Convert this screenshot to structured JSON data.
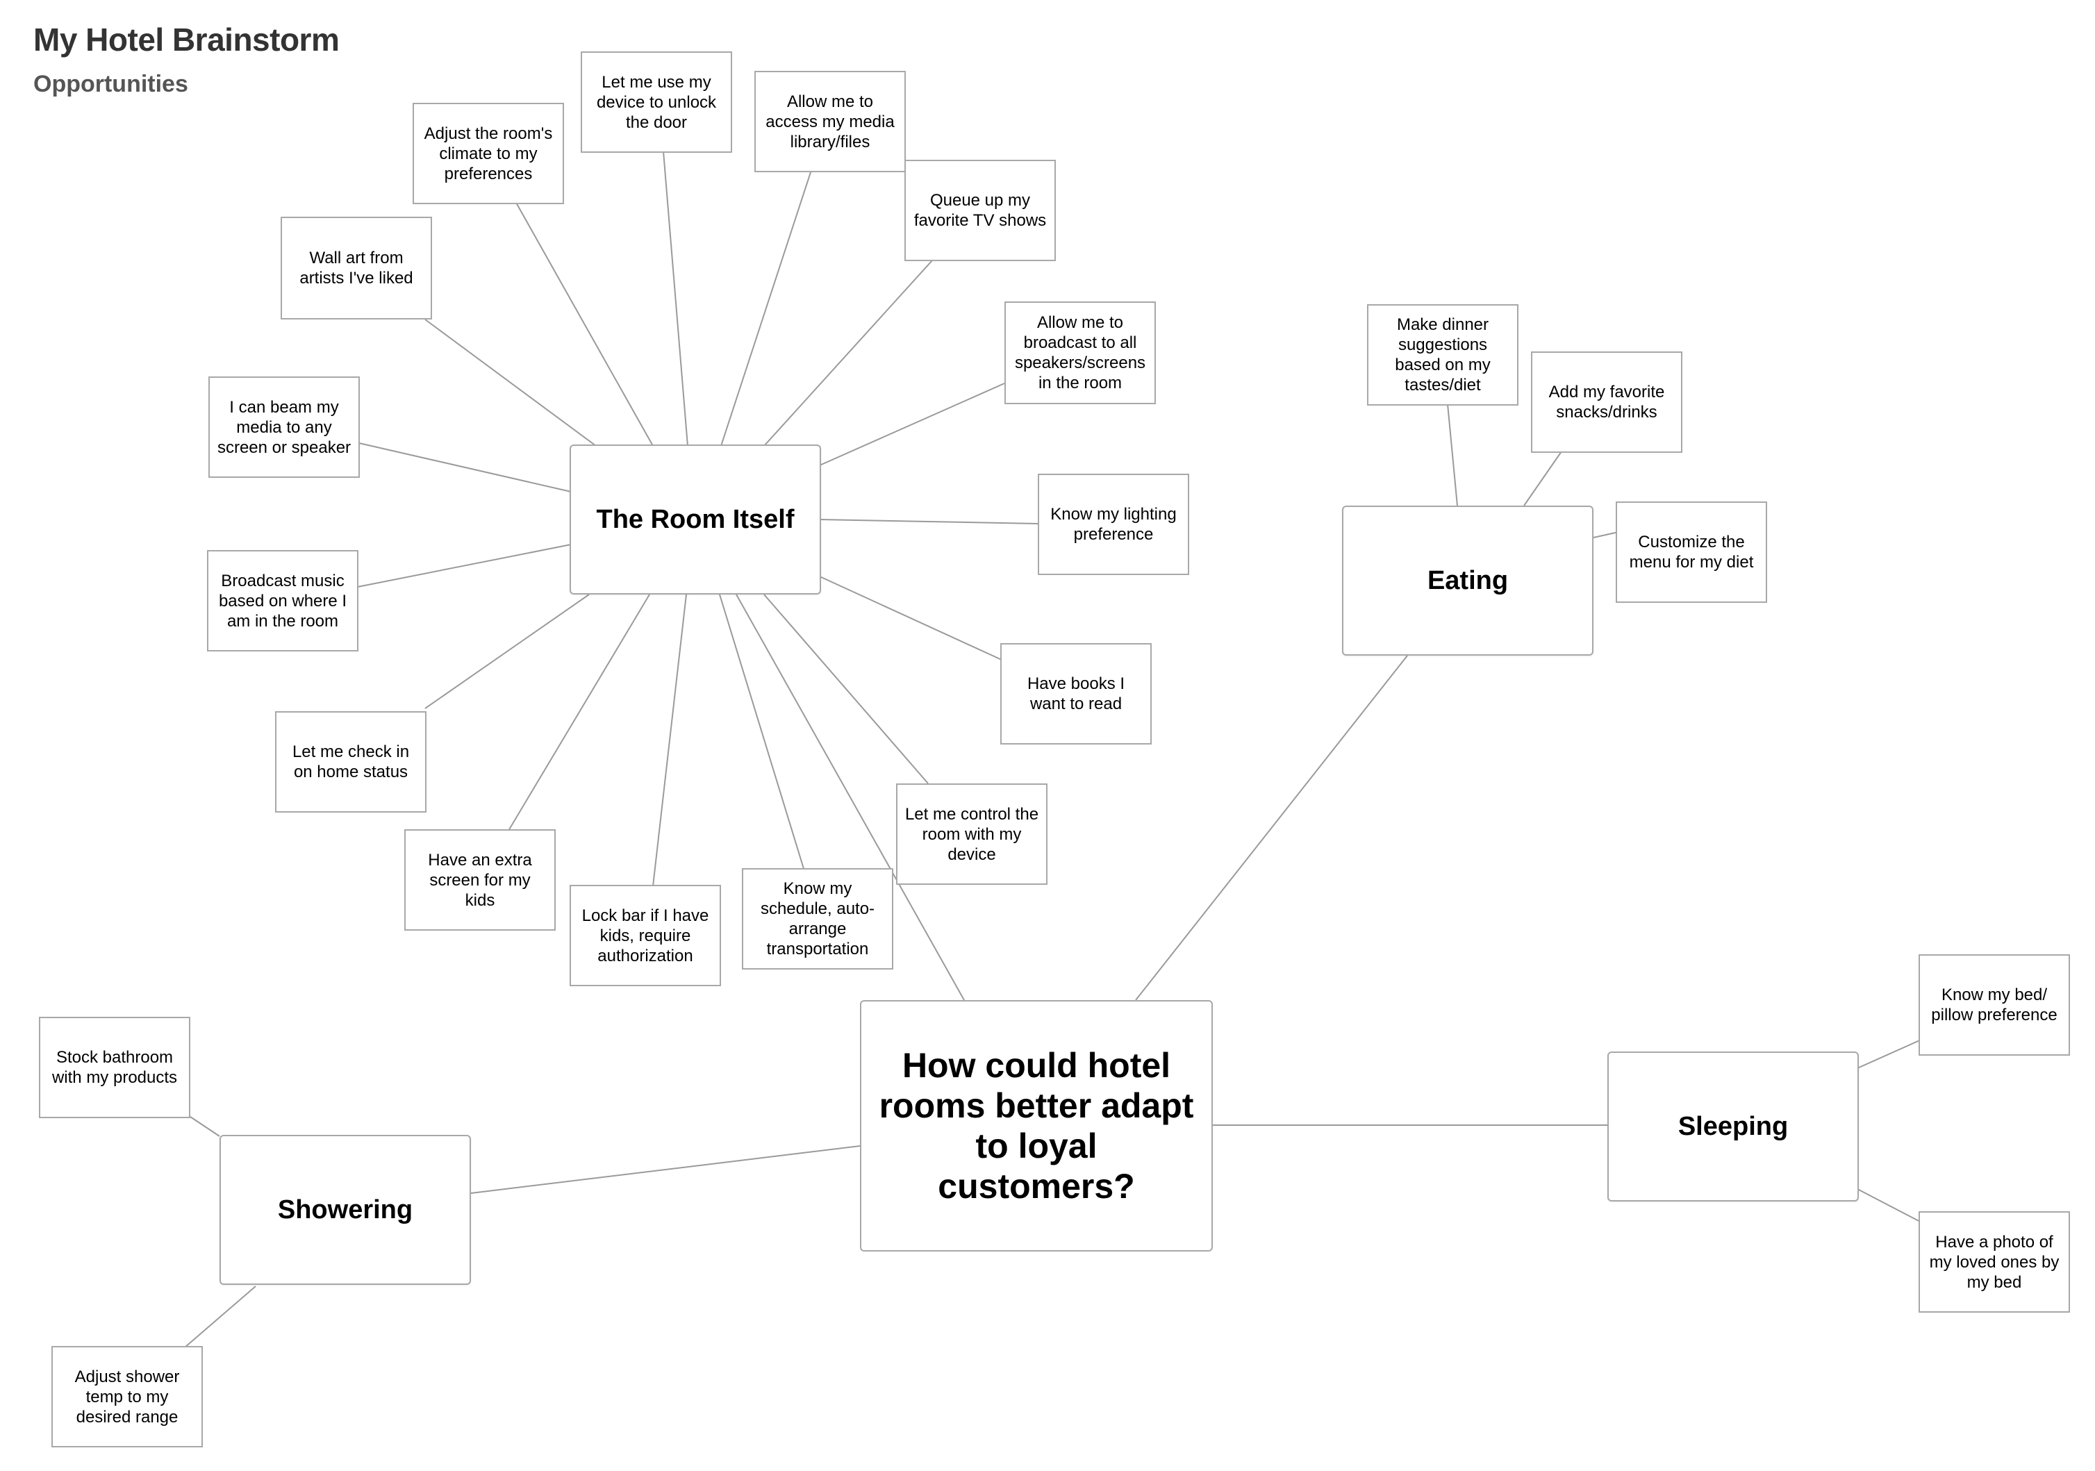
{
  "header": {
    "title": "My Hotel Brainstorm",
    "subtitle": "Opportunities"
  },
  "colors": {
    "line": "#9a9a9a",
    "border": "#a8a8a8",
    "title": "#333333"
  },
  "center": {
    "label": "How could hotel rooms better adapt to loyal customers?"
  },
  "branches": {
    "room": "The Room Itself",
    "eating": "Eating",
    "sleeping": "Sleeping",
    "showering": "Showering"
  },
  "ideas": {
    "room": {
      "wall_art": "Wall art from artists I've liked",
      "climate": "Adjust the room's climate to my preferences",
      "unlock": "Let me use my device to unlock the door",
      "media_library": "Allow me to access my media library/files",
      "tv_shows": "Queue up my favorite TV shows",
      "broadcast_all": "Allow me to broadcast to all speakers/screens in the room",
      "beam_media": "I can beam my media to any screen or speaker",
      "lighting": "Know my lighting preference",
      "broadcast_music": "Broadcast music based on where I am in the room",
      "books": "Have books I want to read",
      "home_status": "Let me check in on home status",
      "control_device": "Let me control the room with my device",
      "extra_screen": "Have an extra screen for my kids",
      "schedule": "Know my schedule, auto-arrange transportation",
      "lock_bar": "Lock bar if I have kids, require authorization"
    },
    "eating": {
      "dinner": "Make dinner suggestions based on my tastes/diet",
      "snacks": "Add my favorite snacks/drinks",
      "menu": "Customize the menu for my diet"
    },
    "sleeping": {
      "bed": "Know my bed/ pillow preference",
      "photo": "Have a photo of my loved ones by my bed"
    },
    "showering": {
      "bathroom": "Stock bathroom with my products",
      "shower_temp": "Adjust shower temp to my desired range"
    }
  }
}
